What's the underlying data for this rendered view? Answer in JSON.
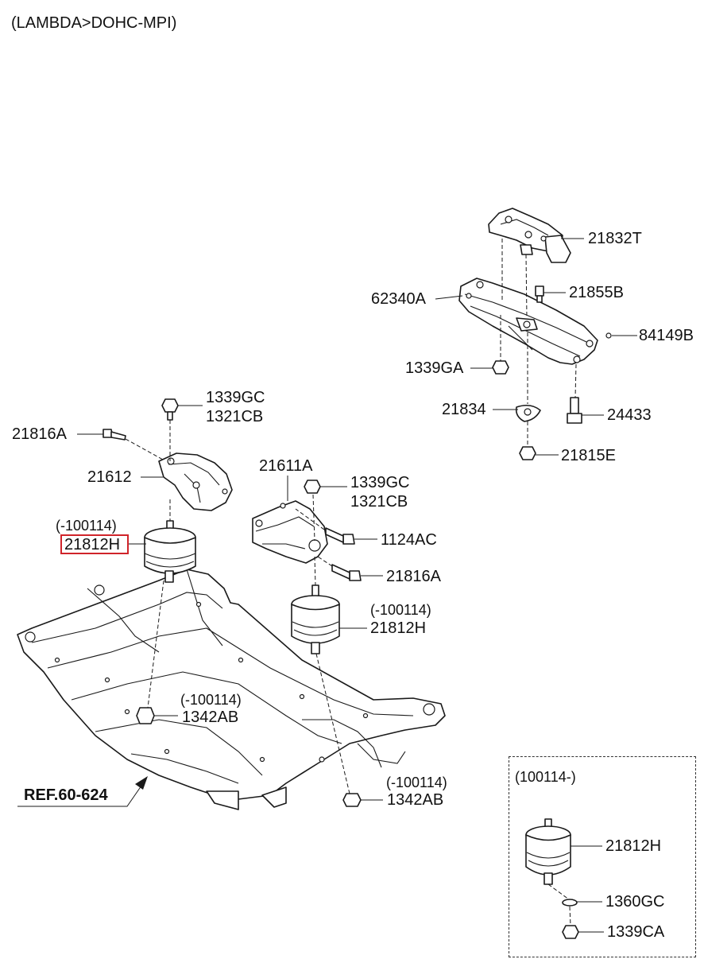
{
  "header": {
    "title": "(LAMBDA>DOHC-MPI)"
  },
  "labels": {
    "p21832T": "21832T",
    "p21855B": "21855B",
    "p62340A": "62340A",
    "p84149B": "84149B",
    "p1339GA": "1339GA",
    "p21834": "21834",
    "p24433": "24433",
    "p21815E": "21815E",
    "p1339GC_a": "1339GC",
    "p1321CB_a": "1321CB",
    "p21816A_a": "21816A",
    "p21612": "21612",
    "p21611A": "21611A",
    "p1339GC_b": "1339GC",
    "p1321CB_b": "1321CB",
    "p1124AC": "1124AC",
    "p21816A_b": "21816A",
    "date_a": "(-100114)",
    "p21812H_a": "21812H",
    "date_b": "(-100114)",
    "p21812H_b": "21812H",
    "date_c": "(-100114)",
    "p1342AB_a": "1342AB",
    "date_d": "(-100114)",
    "p1342AB_b": "1342AB",
    "ref": "REF.60-624"
  },
  "inset": {
    "title": "(100114-)",
    "p21812H": "21812H",
    "p1360GC": "1360GC",
    "p1339CA": "1339CA"
  },
  "colors": {
    "highlight": "#d0242a",
    "line": "#1a1a1a"
  }
}
